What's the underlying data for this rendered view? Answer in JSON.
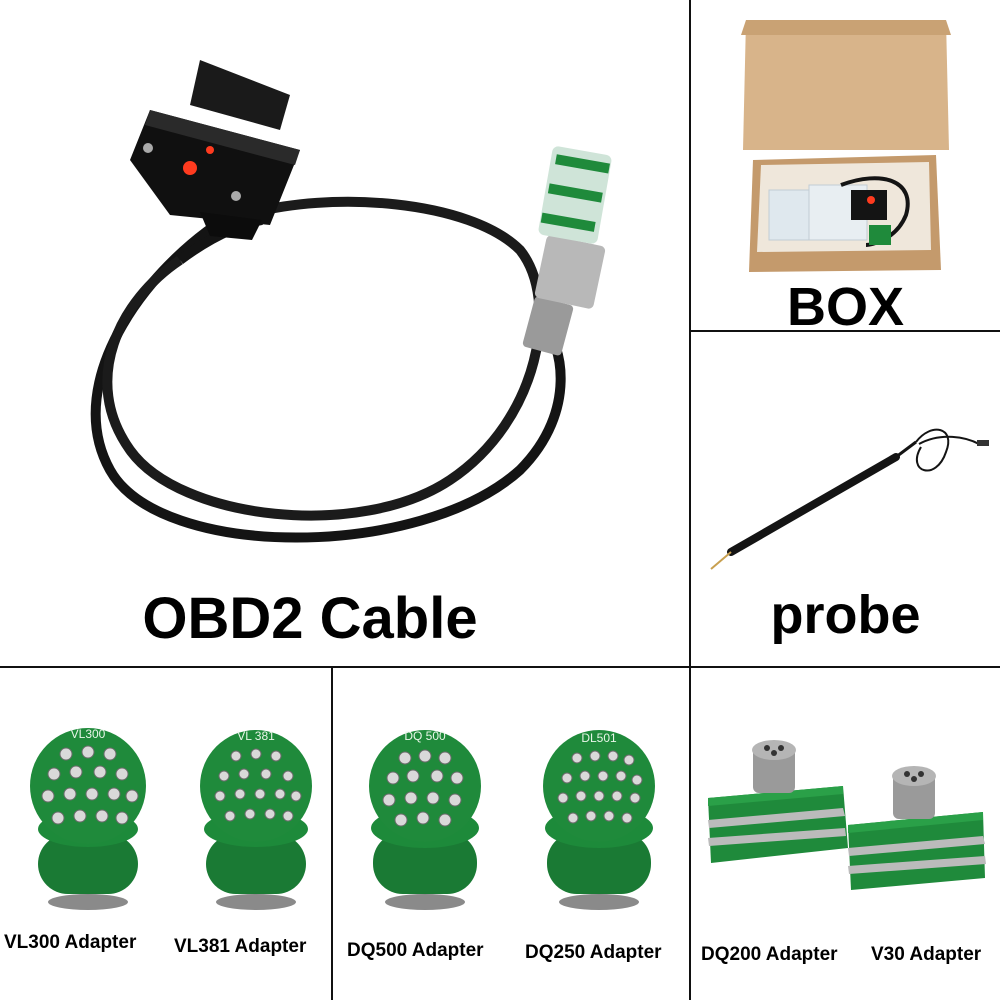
{
  "labels": {
    "obd2_cable": "OBD2 Cable",
    "box": "BOX",
    "probe": "probe"
  },
  "adapters": [
    {
      "label": "VL300 Adapter",
      "board_text": "VL300"
    },
    {
      "label": "VL381  Adapter",
      "board_text": "VL 381"
    },
    {
      "label": "DQ500 Adapter",
      "board_text": "DQ 500"
    },
    {
      "label": "DQ250 Adapter",
      "board_text": "DL501"
    },
    {
      "label": "DQ200 Adapter"
    },
    {
      "label": "V30 Adapter"
    }
  ],
  "colors": {
    "pcb_green": "#1f8a3b",
    "cable_black": "#141414",
    "cardboard": "#d8b48a",
    "led_red": "#ff3b1f",
    "divider": "#111111"
  }
}
